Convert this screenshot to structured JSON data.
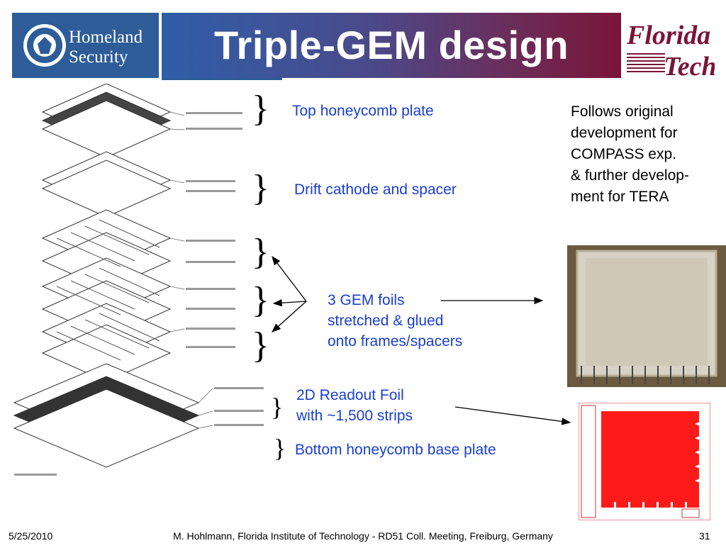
{
  "header": {
    "title": "Triple-GEM design",
    "dhs_logo_text": [
      "Homeland",
      "Security"
    ],
    "ft_logo_text": [
      "Florida",
      "Tech"
    ]
  },
  "labels": {
    "top_plate": "Top honeycomb plate",
    "drift": "Drift cathode and spacer",
    "gem_foils": [
      "3 GEM foils",
      "stretched & glued",
      "onto frames/spacers"
    ],
    "readout": [
      "2D Readout Foil",
      "with ~1,500 strips"
    ],
    "bottom_plate": "Bottom honeycomb base plate"
  },
  "note": [
    "Follows original",
    "development for",
    "COMPASS exp.",
    "& further develop-",
    "ment for TERA"
  ],
  "footer": {
    "date": "5/25/2010",
    "credit": "M. Hohlmann, Florida Institute of Technology - RD51 Coll. Meeting, Freiburg, Germany",
    "page": "31"
  },
  "colors": {
    "accent_blue": "#1a3fcf",
    "header_start": "#2f5ea8",
    "header_end": "#7a1537",
    "readout_red": "#ff1a1a"
  }
}
